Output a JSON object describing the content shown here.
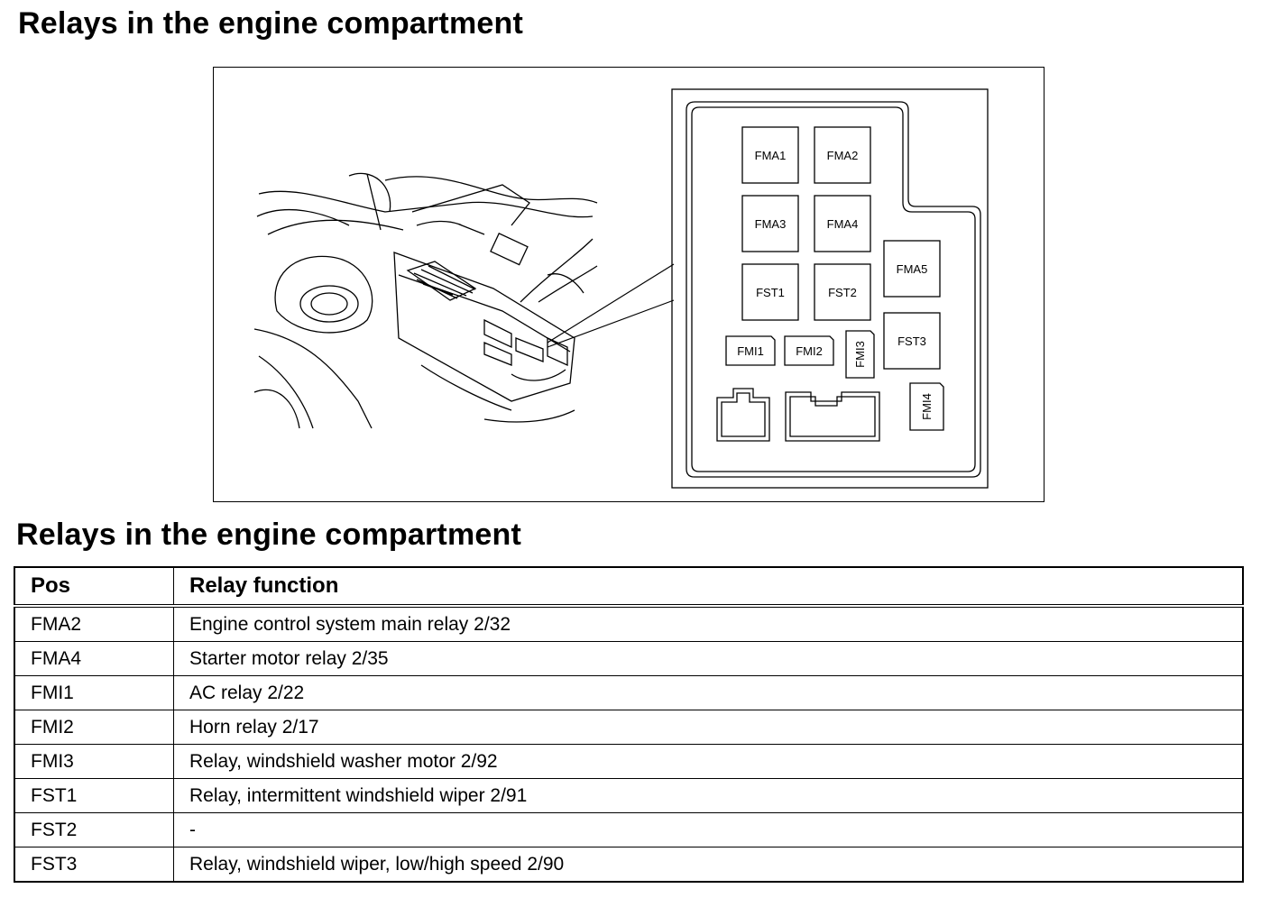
{
  "header": {
    "title": "Relays in the engine compartment"
  },
  "figure": {
    "relay_labels": {
      "fma1": "FMA1",
      "fma2": "FMA2",
      "fma3": "FMA3",
      "fma4": "FMA4",
      "fma5": "FMA5",
      "fst1": "FST1",
      "fst2": "FST2",
      "fst3": "FST3",
      "fmi1": "FMI1",
      "fmi2": "FMI2",
      "fmi3": "FMI3",
      "fmi4": "FMI4"
    }
  },
  "table": {
    "title": "Relays in the engine compartment",
    "columns": [
      "Pos",
      "Relay function"
    ],
    "rows": [
      {
        "pos": "FMA2",
        "function": "Engine control system main relay 2/32"
      },
      {
        "pos": "FMA4",
        "function": "Starter motor relay 2/35"
      },
      {
        "pos": "FMI1",
        "function": "AC relay 2/22"
      },
      {
        "pos": "FMI2",
        "function": "Horn relay 2/17"
      },
      {
        "pos": "FMI3",
        "function": "Relay, windshield washer motor 2/92"
      },
      {
        "pos": "FST1",
        "function": "Relay, intermittent windshield wiper 2/91"
      },
      {
        "pos": "FST2",
        "function": "-"
      },
      {
        "pos": "FST3",
        "function": "Relay, windshield wiper, low/high speed 2/90"
      }
    ]
  }
}
